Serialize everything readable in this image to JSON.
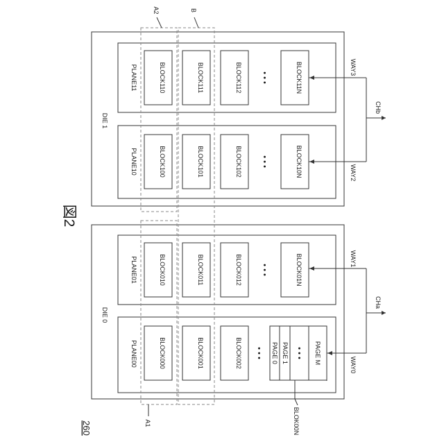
{
  "figure_number": "図2",
  "reference_numeral": "260",
  "dies": [
    {
      "label": "DIE 0"
    },
    {
      "label": "DIE 1"
    }
  ],
  "planes": [
    {
      "label": "PLANE00",
      "way": "WAY0",
      "blocks": [
        "BLOCK000",
        "BLOCK001",
        "BLOCK002"
      ]
    },
    {
      "label": "PLANE01",
      "way": "WAY1",
      "blocks": [
        "BLOCK010",
        "BLOCK011",
        "BLOCK012",
        "BLOCK01N"
      ]
    },
    {
      "label": "PLANE10",
      "way": "WAY2",
      "blocks": [
        "BLOCK100",
        "BLOCK101",
        "BLOCK102",
        "BLOCK10N"
      ]
    },
    {
      "label": "PLANE11",
      "way": "WAY3",
      "blocks": [
        "BLOCK110",
        "BLOCK111",
        "BLOCK112",
        "BLOCK11N"
      ]
    }
  ],
  "ellipsis": "• • •",
  "pages": [
    "PAGE 0",
    "PAGE 1",
    "• • •",
    "PAGE M"
  ],
  "channels": [
    "CHa",
    "CHb"
  ],
  "superblock_labels": {
    "a1": "A1",
    "a2": "A2",
    "b": "B"
  },
  "expanded_block_label": "BLOK00N"
}
